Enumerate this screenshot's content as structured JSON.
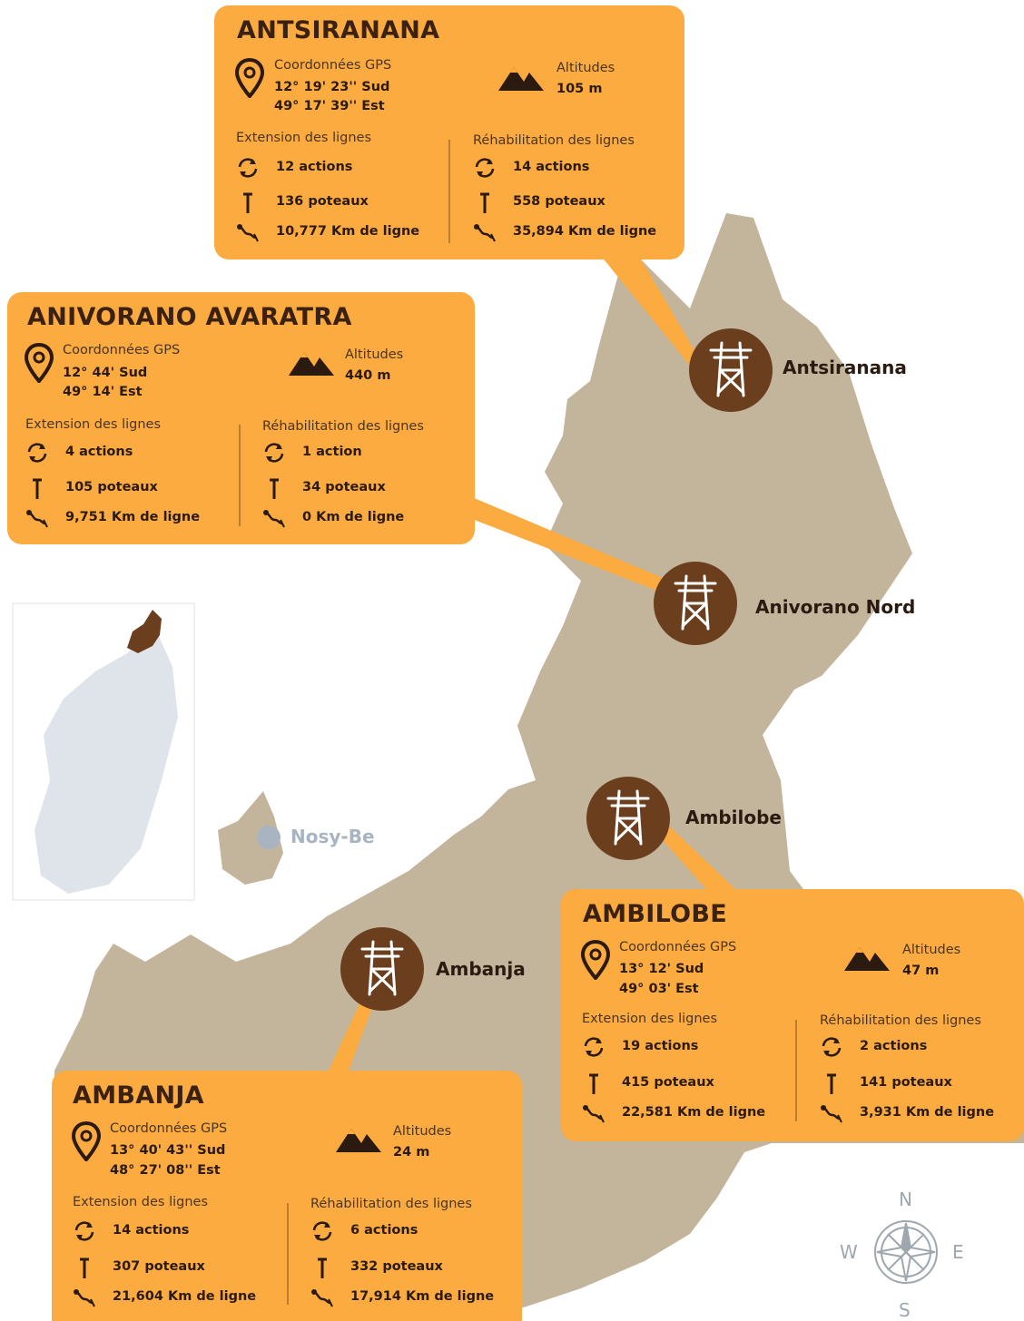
{
  "colors": {
    "card": "#fbab3f",
    "land": "#c3b49c",
    "marker": "#6b3f1d",
    "inset_land": "#dfe4ea",
    "highlight_region": "#6b3f1d",
    "nosy_dot": "#a9b4c2"
  },
  "icons": {
    "gps": "map-pin-icon",
    "altitude": "mountain-icon",
    "actions": "refresh-cycle-icon",
    "poles": "pole-icon",
    "line": "cable-icon",
    "marker": "power-tower-icon",
    "compass": "compass-rose-icon"
  },
  "labels": {
    "gps": "Coordonnées GPS",
    "altitude": "Altitudes",
    "extension": "Extension des lignes",
    "rehab": "Réhabilitation des lignes"
  },
  "cards": [
    {
      "title": "ANTSIRANANA",
      "lat": "12° 19' 23'' Sud",
      "lon": "49° 17' 39'' Est",
      "altitude": "105 m",
      "ext_actions": "12 actions",
      "ext_poles": "136 poteaux",
      "ext_km": "10,777 Km de ligne",
      "reh_actions": "14 actions",
      "reh_poles": "558 poteaux",
      "reh_km": "35,894 Km de ligne"
    },
    {
      "title": "ANIVORANO AVARATRA",
      "lat": "12° 44' Sud",
      "lon": "49° 14' Est",
      "altitude": "440 m",
      "ext_actions": "4 actions",
      "ext_poles": "105 poteaux",
      "ext_km": "9,751 Km de ligne",
      "reh_actions": "1 action",
      "reh_poles": "34 poteaux",
      "reh_km": "0 Km de ligne"
    },
    {
      "title": "AMBILOBE",
      "lat": "13° 12' Sud",
      "lon": "49° 03' Est",
      "altitude": "47 m",
      "ext_actions": "19 actions",
      "ext_poles": "415 poteaux",
      "ext_km": "22,581 Km de ligne",
      "reh_actions": "2 actions",
      "reh_poles": "141 poteaux",
      "reh_km": "3,931 Km de ligne"
    },
    {
      "title": "AMBANJA",
      "lat": "13° 40' 43'' Sud",
      "lon": "48° 27' 08'' Est",
      "altitude": "24 m",
      "ext_actions": "14 actions",
      "ext_poles": "307 poteaux",
      "ext_km": "21,604 Km de ligne",
      "reh_actions": "6 actions",
      "reh_poles": "332 poteaux",
      "reh_km": "17,914 Km de ligne"
    }
  ],
  "towns": [
    {
      "name": "Antsiranana"
    },
    {
      "name": "Anivorano Nord"
    },
    {
      "name": "Ambilobe"
    },
    {
      "name": "Ambanja"
    }
  ],
  "island": {
    "name": "Nosy-Be"
  },
  "compass": {
    "n": "N",
    "s": "S",
    "e": "E",
    "w": "W"
  }
}
